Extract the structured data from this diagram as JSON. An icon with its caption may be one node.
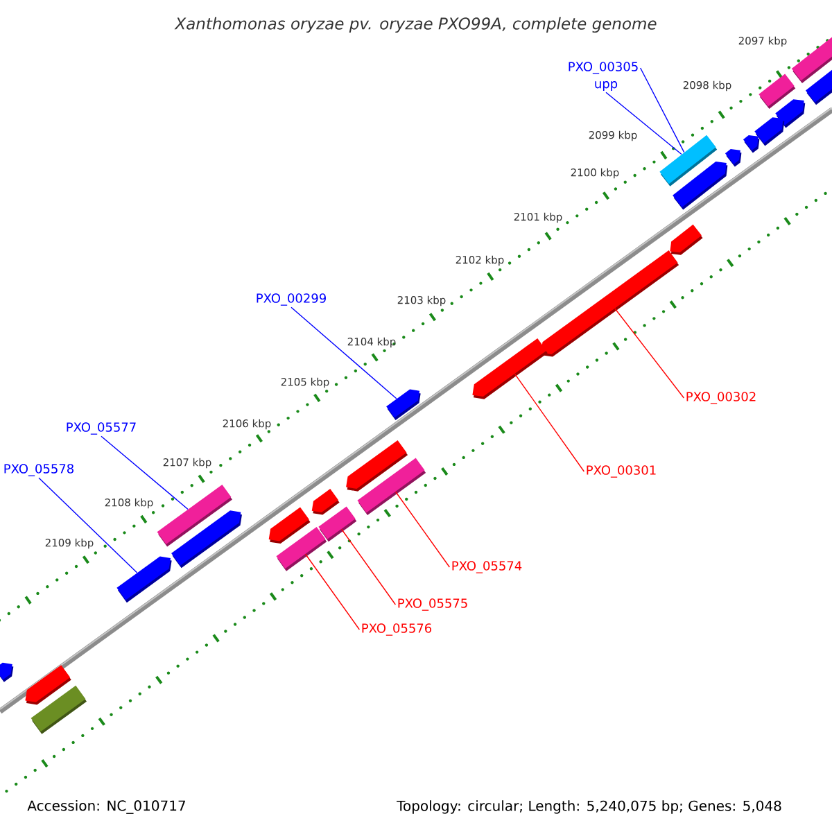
{
  "diagram": {
    "title": "Xanthomonas oryzae pv. oryzae PXO99A, complete genome",
    "nodes": [
      {
        "text": [
          "PXO_00305"
        ]
      },
      {
        "text": [
          "upp"
        ]
      },
      {
        "text": [
          "PXO_00299"
        ]
      },
      {
        "text": [
          "PXO_05577"
        ]
      },
      {
        "text": [
          "PXO_05578"
        ]
      },
      {
        "text": [
          "PXO_00302"
        ]
      },
      {
        "text": [
          "PXO_00301"
        ]
      },
      {
        "text": [
          "PXO_05574"
        ]
      },
      {
        "text": [
          "PXO_05575"
        ]
      },
      {
        "text": [
          "PXO_05576"
        ]
      },
      {
        "text": [],
        "shape": "bar"
      },
      {
        "text": [],
        "shape": "bar"
      },
      {
        "text": [],
        "shape": "bar"
      },
      {
        "text": [],
        "shape": "bar"
      },
      {
        "text": [],
        "shape": "bar"
      },
      {
        "text": [],
        "shape": "bar"
      },
      {
        "text": [],
        "shape": "bar"
      },
      {
        "text": [],
        "shape": "bar"
      },
      {
        "text": [],
        "shape": "bar"
      },
      {
        "text": [],
        "shape": "bar"
      },
      {
        "text": [],
        "shape": "bar"
      },
      {
        "text": [],
        "shape": "bar"
      },
      {
        "text": [],
        "shape": "bar"
      },
      {
        "text": [],
        "shape": "bar"
      },
      {
        "text": [],
        "shape": "bar"
      },
      {
        "text": [],
        "shape": "bar"
      },
      {
        "text": [],
        "shape": "bar"
      },
      {
        "text": [],
        "shape": "bar"
      },
      {
        "text": [],
        "shape": "bar"
      },
      {
        "text": [],
        "shape": "bar"
      },
      {
        "text": [],
        "shape": "bar"
      },
      {
        "text": [],
        "shape": "bar"
      },
      {
        "text": [],
        "shape": "bar"
      },
      {
        "text": [],
        "shape": "bar"
      },
      {
        "text": [],
        "shape": "bar"
      }
    ],
    "edges": [
      {
        "from": 0,
        "to": 10,
        "arrow": "none",
        "color": "#0000ff"
      },
      {
        "from": 1,
        "to": 10,
        "arrow": "none",
        "color": "#0000ff"
      },
      {
        "from": 2,
        "to": 11,
        "arrow": "none",
        "color": "#0000ff"
      },
      {
        "from": 3,
        "to": 12,
        "arrow": "none",
        "color": "#0000ff"
      },
      {
        "from": 4,
        "to": 13,
        "arrow": "none",
        "color": "#0000ff"
      },
      {
        "from": 5,
        "to": 14,
        "arrow": "none",
        "color": "#ff0000"
      },
      {
        "from": 6,
        "to": 15,
        "arrow": "none",
        "color": "#ff0000"
      },
      {
        "from": 7,
        "to": 16,
        "arrow": "none",
        "color": "#ff0000"
      },
      {
        "from": 8,
        "to": 17,
        "arrow": "none",
        "color": "#ff0000"
      },
      {
        "from": 9,
        "to": 18,
        "arrow": "none",
        "color": "#ff0000"
      }
    ],
    "labels": [
      "2097 kbp",
      "2098 kbp",
      "2099 kbp",
      "2100 kbp",
      "2101 kbp",
      "2102 kbp",
      "2103 kbp",
      "2104 kbp",
      "2105 kbp",
      "2106 kbp",
      "2107 kbp",
      "2108 kbp",
      "2109 kbp",
      "Accession: NC_010717",
      "Topology: circular; Length: 5,240,075 bp; Genes: 5,048"
    ]
  }
}
